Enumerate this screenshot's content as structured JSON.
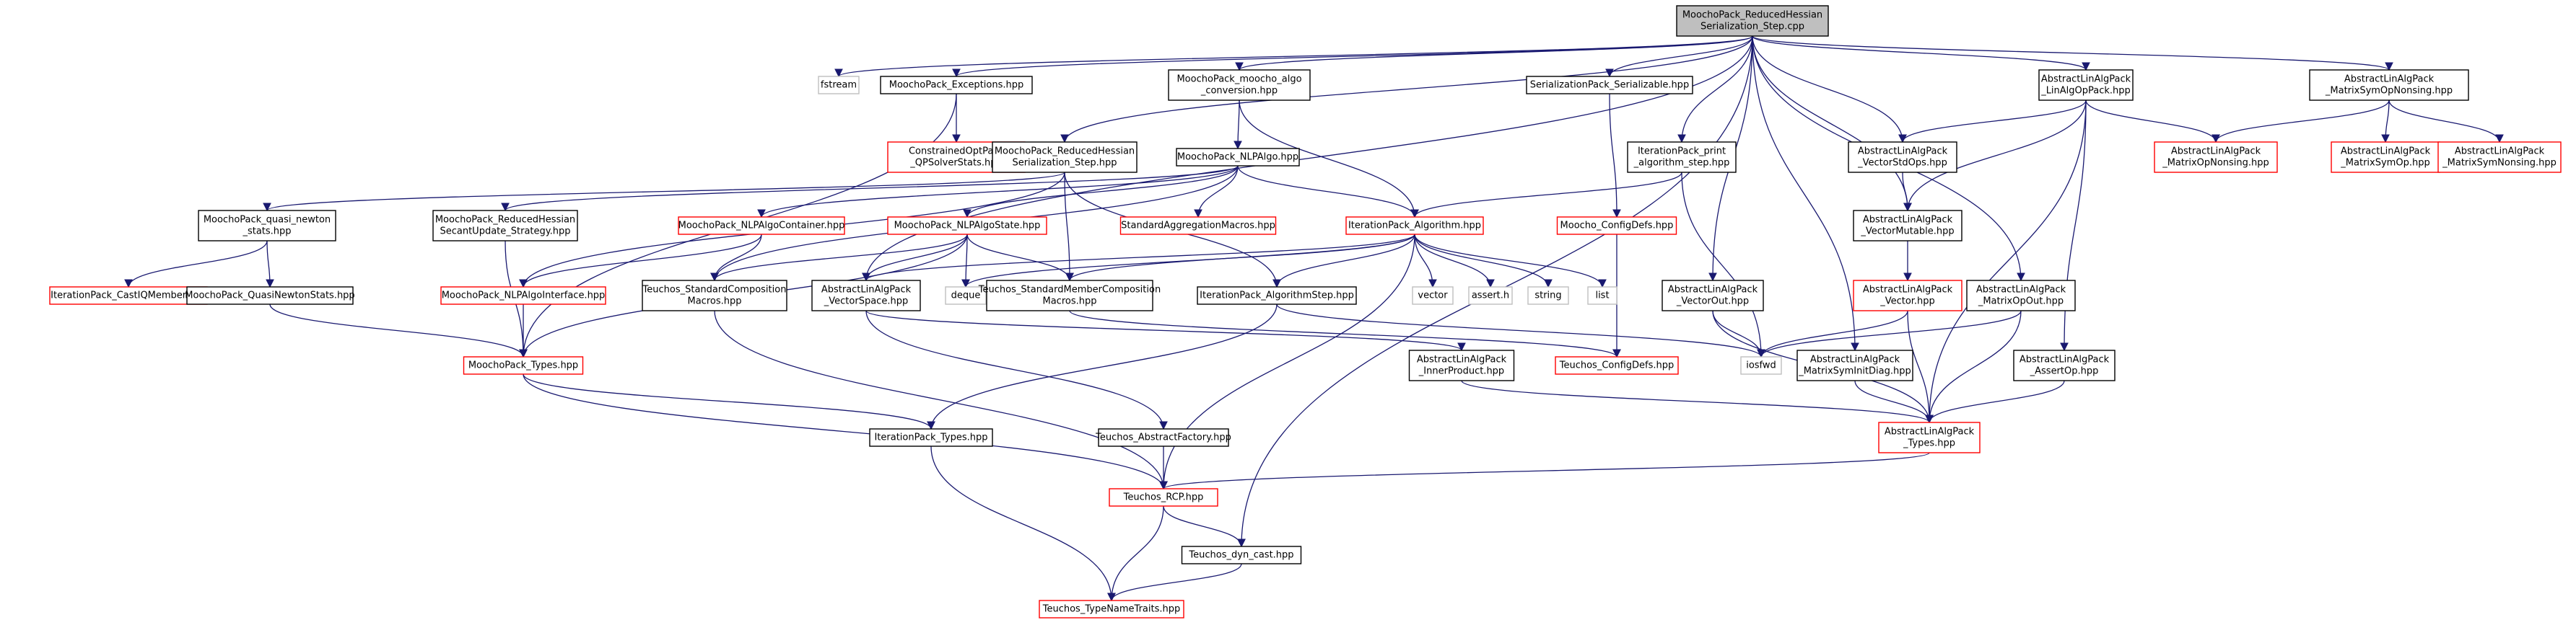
{
  "graph": {
    "colors": {
      "edge": "#191970",
      "root_fill": "#bfbfbf",
      "normal_border": "#000000",
      "missing_border": "#ff0000",
      "system_border": "#bfbfbf"
    },
    "nodes": [
      {
        "id": "root",
        "lines": [
          "MoochoPack_ReducedHessian",
          "Serialization_Step.cpp"
        ],
        "style": "root"
      },
      {
        "id": "fstream",
        "lines": [
          "fstream"
        ],
        "style": "grey"
      },
      {
        "id": "mp_exceptions",
        "lines": [
          "MoochoPack_Exceptions.hpp"
        ],
        "style": "normal"
      },
      {
        "id": "mp_moocho_algo_conv",
        "lines": [
          "MoochoPack_moocho_algo",
          "_conversion.hpp"
        ],
        "style": "normal"
      },
      {
        "id": "ser_serializable",
        "lines": [
          "SerializationPack_Serializable.hpp"
        ],
        "style": "normal"
      },
      {
        "id": "alap_linalgop",
        "lines": [
          "AbstractLinAlgPack",
          "_LinAlgOpPack.hpp"
        ],
        "style": "normal"
      },
      {
        "id": "alap_matsymopnonsing",
        "lines": [
          "AbstractLinAlgPack",
          "_MatrixSymOpNonsing.hpp"
        ],
        "style": "normal"
      },
      {
        "id": "cop_qpsolverstats",
        "lines": [
          "ConstrainedOptPack",
          "_QPSolverStats.hpp"
        ],
        "style": "red"
      },
      {
        "id": "mp_rh_ser_step_hpp",
        "lines": [
          "MoochoPack_ReducedHessian",
          "Serialization_Step.hpp"
        ],
        "style": "normal"
      },
      {
        "id": "mp_nlpalgo",
        "lines": [
          "MoochoPack_NLPAlgo.hpp"
        ],
        "style": "normal"
      },
      {
        "id": "ip_print_algo_step",
        "lines": [
          "IterationPack_print",
          "_algorithm_step.hpp"
        ],
        "style": "normal"
      },
      {
        "id": "alap_vecstdops",
        "lines": [
          "AbstractLinAlgPack",
          "_VectorStdOps.hpp"
        ],
        "style": "normal"
      },
      {
        "id": "alap_matopnonsing",
        "lines": [
          "AbstractLinAlgPack",
          "_MatrixOpNonsing.hpp"
        ],
        "style": "red"
      },
      {
        "id": "alap_matsymop",
        "lines": [
          "AbstractLinAlgPack",
          "_MatrixSymOp.hpp"
        ],
        "style": "red"
      },
      {
        "id": "alap_matsymnonsing",
        "lines": [
          "AbstractLinAlgPack",
          "_MatrixSymNonsing.hpp"
        ],
        "style": "red"
      },
      {
        "id": "mp_quasi_newton_stats",
        "lines": [
          "MoochoPack_quasi_newton",
          "_stats.hpp"
        ],
        "style": "normal"
      },
      {
        "id": "mp_rh_secant",
        "lines": [
          "MoochoPack_ReducedHessian",
          "SecantUpdate_Strategy.hpp"
        ],
        "style": "normal"
      },
      {
        "id": "std_aggregation",
        "lines": [
          "StandardAggregationMacros.hpp"
        ],
        "style": "red"
      },
      {
        "id": "ip_algorithm",
        "lines": [
          "IterationPack_Algorithm.hpp"
        ],
        "style": "red"
      },
      {
        "id": "moocho_configdefs",
        "lines": [
          "Moocho_ConfigDefs.hpp"
        ],
        "style": "red"
      },
      {
        "id": "alap_vecmutable",
        "lines": [
          "AbstractLinAlgPack",
          "_VectorMutable.hpp"
        ],
        "style": "normal"
      },
      {
        "id": "ip_castiqmember",
        "lines": [
          "IterationPack_CastIQMember.hpp"
        ],
        "style": "red"
      },
      {
        "id": "mp_quasinewtonstats",
        "lines": [
          "MoochoPack_QuasiNewtonStats.hpp"
        ],
        "style": "normal"
      },
      {
        "id": "mp_nlpalgocontainer",
        "lines": [
          "MoochoPack_NLPAlgoContainer.hpp"
        ],
        "style": "red"
      },
      {
        "id": "mp_nlpalgostate",
        "lines": [
          "MoochoPack_NLPAlgoState.hpp"
        ],
        "style": "red"
      },
      {
        "id": "mp_nlpalgointerface",
        "lines": [
          "MoochoPack_NLPAlgoInterface.hpp"
        ],
        "style": "red"
      },
      {
        "id": "teuchos_stdcomp",
        "lines": [
          "Teuchos_StandardComposition",
          "Macros.hpp"
        ],
        "style": "normal"
      },
      {
        "id": "alap_vecspace",
        "lines": [
          "AbstractLinAlgPack",
          "_VectorSpace.hpp"
        ],
        "style": "normal"
      },
      {
        "id": "deque",
        "lines": [
          "deque"
        ],
        "style": "grey"
      },
      {
        "id": "teuchos_stdmembercomp",
        "lines": [
          "Teuchos_StandardMemberComposition",
          "Macros.hpp"
        ],
        "style": "normal"
      },
      {
        "id": "ip_algorithmstep",
        "lines": [
          "IterationPack_AlgorithmStep.hpp"
        ],
        "style": "normal"
      },
      {
        "id": "vector",
        "lines": [
          "vector"
        ],
        "style": "grey"
      },
      {
        "id": "assert_h",
        "lines": [
          "assert.h"
        ],
        "style": "grey"
      },
      {
        "id": "string",
        "lines": [
          "string"
        ],
        "style": "grey"
      },
      {
        "id": "list",
        "lines": [
          "list"
        ],
        "style": "grey"
      },
      {
        "id": "alap_vectorout",
        "lines": [
          "AbstractLinAlgPack",
          "_VectorOut.hpp"
        ],
        "style": "normal"
      },
      {
        "id": "alap_vector",
        "lines": [
          "AbstractLinAlgPack",
          "_Vector.hpp"
        ],
        "style": "red"
      },
      {
        "id": "alap_matopout",
        "lines": [
          "AbstractLinAlgPack",
          "_MatrixOpOut.hpp"
        ],
        "style": "normal"
      },
      {
        "id": "mp_types",
        "lines": [
          "MoochoPack_Types.hpp"
        ],
        "style": "red"
      },
      {
        "id": "alap_innerproduct",
        "lines": [
          "AbstractLinAlgPack",
          "_InnerProduct.hpp"
        ],
        "style": "normal"
      },
      {
        "id": "teuchos_configdefs",
        "lines": [
          "Teuchos_ConfigDefs.hpp"
        ],
        "style": "red"
      },
      {
        "id": "iosfwd",
        "lines": [
          "iosfwd"
        ],
        "style": "grey"
      },
      {
        "id": "alap_matsyminitdiag",
        "lines": [
          "AbstractLinAlgPack",
          "_MatrixSymInitDiag.hpp"
        ],
        "style": "normal"
      },
      {
        "id": "alap_assertop",
        "lines": [
          "AbstractLinAlgPack",
          "_AssertOp.hpp"
        ],
        "style": "normal"
      },
      {
        "id": "ip_types",
        "lines": [
          "IterationPack_Types.hpp"
        ],
        "style": "normal"
      },
      {
        "id": "teuchos_abstractfactory",
        "lines": [
          "Teuchos_AbstractFactory.hpp"
        ],
        "style": "normal"
      },
      {
        "id": "alap_types",
        "lines": [
          "AbstractLinAlgPack",
          "_Types.hpp"
        ],
        "style": "red"
      },
      {
        "id": "teuchos_rcp",
        "lines": [
          "Teuchos_RCP.hpp"
        ],
        "style": "red"
      },
      {
        "id": "teuchos_dyn_cast",
        "lines": [
          "Teuchos_dyn_cast.hpp"
        ],
        "style": "normal"
      },
      {
        "id": "teuchos_typenametraits",
        "lines": [
          "Teuchos_TypeNameTraits.hpp"
        ],
        "style": "red"
      }
    ],
    "edges": [
      [
        "root",
        "fstream"
      ],
      [
        "root",
        "mp_exceptions"
      ],
      [
        "root",
        "mp_moocho_algo_conv"
      ],
      [
        "root",
        "ser_serializable"
      ],
      [
        "root",
        "alap_linalgop"
      ],
      [
        "root",
        "alap_matsymopnonsing"
      ],
      [
        "root",
        "mp_rh_ser_step_hpp"
      ],
      [
        "root",
        "ip_print_algo_step"
      ],
      [
        "root",
        "alap_vecstdops"
      ],
      [
        "root",
        "alap_vecmutable"
      ],
      [
        "root",
        "alap_vectorout"
      ],
      [
        "root",
        "alap_matopout"
      ],
      [
        "root",
        "alap_matsyminitdiag"
      ],
      [
        "root",
        "teuchos_dyn_cast"
      ],
      [
        "root",
        "alap_vecspace"
      ],
      [
        "mp_exceptions",
        "cop_qpsolverstats"
      ],
      [
        "mp_exceptions",
        "mp_types"
      ],
      [
        "mp_moocho_algo_conv",
        "mp_nlpalgo"
      ],
      [
        "mp_moocho_algo_conv",
        "ip_algorithm"
      ],
      [
        "ser_serializable",
        "moocho_configdefs"
      ],
      [
        "alap_linalgop",
        "alap_vecstdops"
      ],
      [
        "alap_linalgop",
        "alap_vecmutable"
      ],
      [
        "alap_linalgop",
        "alap_matopnonsing"
      ],
      [
        "alap_linalgop",
        "alap_assertop"
      ],
      [
        "alap_linalgop",
        "alap_types"
      ],
      [
        "alap_matsymopnonsing",
        "alap_matopnonsing"
      ],
      [
        "alap_matsymopnonsing",
        "alap_matsymop"
      ],
      [
        "alap_matsymopnonsing",
        "alap_matsymnonsing"
      ],
      [
        "mp_rh_ser_step_hpp",
        "mp_quasi_newton_stats"
      ],
      [
        "mp_rh_ser_step_hpp",
        "mp_nlpalgointerface"
      ],
      [
        "mp_rh_ser_step_hpp",
        "teuchos_stdmembercomp"
      ],
      [
        "mp_rh_ser_step_hpp",
        "ip_algorithmstep"
      ],
      [
        "mp_nlpalgo",
        "mp_rh_secant"
      ],
      [
        "mp_nlpalgo",
        "std_aggregation"
      ],
      [
        "mp_nlpalgo",
        "ip_algorithm"
      ],
      [
        "mp_nlpalgo",
        "mp_nlpalgocontainer"
      ],
      [
        "mp_nlpalgo",
        "mp_nlpalgostate"
      ],
      [
        "mp_nlpalgo",
        "teuchos_stdcomp"
      ],
      [
        "ip_print_algo_step",
        "ip_algorithm"
      ],
      [
        "ip_print_algo_step",
        "iosfwd"
      ],
      [
        "alap_vecstdops",
        "alap_vecmutable"
      ],
      [
        "mp_quasi_newton_stats",
        "ip_castiqmember"
      ],
      [
        "mp_quasi_newton_stats",
        "mp_quasinewtonstats"
      ],
      [
        "mp_rh_secant",
        "mp_types"
      ],
      [
        "ip_algorithm",
        "deque"
      ],
      [
        "ip_algorithm",
        "teuchos_stdmembercomp"
      ],
      [
        "ip_algorithm",
        "ip_algorithmstep"
      ],
      [
        "ip_algorithm",
        "vector"
      ],
      [
        "ip_algorithm",
        "assert_h"
      ],
      [
        "ip_algorithm",
        "string"
      ],
      [
        "ip_algorithm",
        "list"
      ],
      [
        "ip_algorithm",
        "teuchos_rcp"
      ],
      [
        "ip_algorithm",
        "alap_vecspace"
      ],
      [
        "moocho_configdefs",
        "teuchos_configdefs"
      ],
      [
        "alap_vecmutable",
        "alap_vector"
      ],
      [
        "mp_quasinewtonstats",
        "mp_types"
      ],
      [
        "mp_nlpalgocontainer",
        "mp_nlpalgointerface"
      ],
      [
        "mp_nlpalgocontainer",
        "teuchos_stdcomp"
      ],
      [
        "mp_nlpalgostate",
        "alap_vecspace"
      ],
      [
        "mp_nlpalgostate",
        "deque"
      ],
      [
        "mp_nlpalgostate",
        "teuchos_stdcomp"
      ],
      [
        "mp_nlpalgostate",
        "teuchos_stdmembercomp"
      ],
      [
        "mp_nlpalgostate",
        "mp_types"
      ],
      [
        "mp_nlpalgointerface",
        "mp_types"
      ],
      [
        "teuchos_stdcomp",
        "teuchos_rcp"
      ],
      [
        "alap_vecspace",
        "alap_innerproduct"
      ],
      [
        "alap_vecspace",
        "teuchos_abstractfactory"
      ],
      [
        "teuchos_stdmembercomp",
        "teuchos_configdefs"
      ],
      [
        "ip_algorithmstep",
        "ip_types"
      ],
      [
        "ip_algorithmstep",
        "iosfwd"
      ],
      [
        "alap_vectorout",
        "iosfwd"
      ],
      [
        "alap_vectorout",
        "alap_types"
      ],
      [
        "alap_vector",
        "iosfwd"
      ],
      [
        "alap_vector",
        "alap_types"
      ],
      [
        "alap_matopout",
        "iosfwd"
      ],
      [
        "alap_matopout",
        "alap_types"
      ],
      [
        "mp_types",
        "ip_types"
      ],
      [
        "mp_types",
        "teuchos_rcp"
      ],
      [
        "alap_innerproduct",
        "alap_types"
      ],
      [
        "alap_matsyminitdiag",
        "alap_types"
      ],
      [
        "alap_assertop",
        "alap_types"
      ],
      [
        "ip_types",
        "teuchos_typenametraits"
      ],
      [
        "teuchos_abstractfactory",
        "teuchos_rcp"
      ],
      [
        "alap_types",
        "teuchos_rcp"
      ],
      [
        "teuchos_rcp",
        "teuchos_dyn_cast"
      ],
      [
        "teuchos_rcp",
        "teuchos_typenametraits"
      ],
      [
        "teuchos_dyn_cast",
        "teuchos_typenametraits"
      ]
    ]
  }
}
